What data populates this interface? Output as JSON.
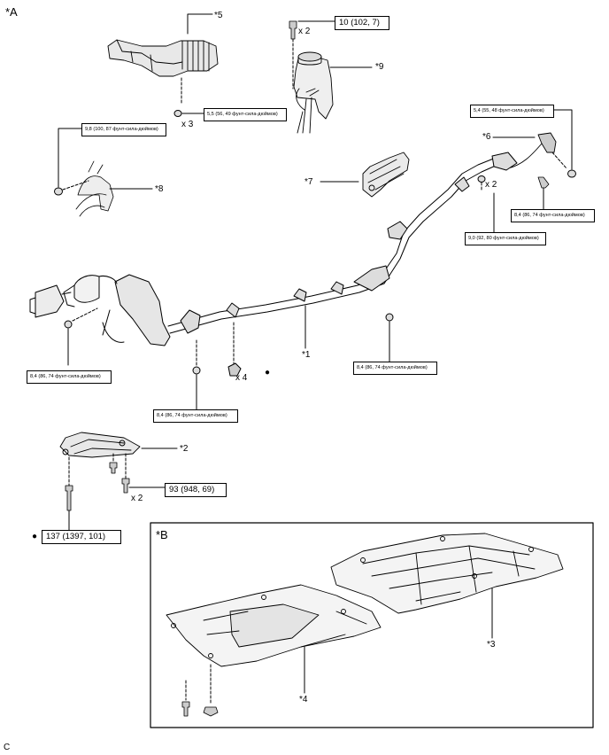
{
  "section_labels": {
    "a": "*A",
    "b": "*B"
  },
  "parts": {
    "p1": "*1",
    "p2": "*2",
    "p3": "*3",
    "p4": "*4",
    "p5": "*5",
    "p6": "*6",
    "p7": "*7",
    "p8": "*8",
    "p9": "*9"
  },
  "torques": {
    "t_top_bolt": "10 (102, 7)",
    "t_res_nut": "5,5 (56, 49 фунт-сила-дюймов)",
    "t_left": "9,8 (100, 87 фунт-сила-дюймов)",
    "t_right_top": "5,4 (55, 48 фунт-сила-дюймов)",
    "t_right_bolt": "8,4 (86, 74 фунт-сила-дюймов)",
    "t_right_mid": "9,0 (92, 80 фунт-сила-дюймов)",
    "t_left_low": "8,4 (86, 74 фунт-сила-дюймов)",
    "t_mid_right": "8,4 (86, 74 фунт-сила-дюймов)",
    "t_mid_bottom": "8,4 (86, 74 фунт-сила-дюймов)",
    "t_bracket": "93 (948, 69)",
    "t_bolt137": "137 (1397, 101)"
  },
  "quantities": {
    "q1": "x 2",
    "q2": "x 3",
    "q3": "x 2",
    "q4": "x 4",
    "q5": "x 2"
  },
  "markers": {
    "dot": "●"
  },
  "footer": "C"
}
